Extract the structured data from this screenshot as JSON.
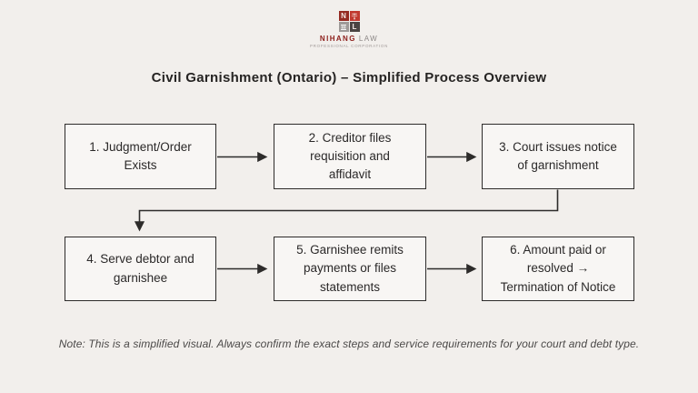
{
  "page": {
    "background_color": "#f2efec",
    "box_fill_color": "#f8f6f4",
    "line_color": "#2d2b2a"
  },
  "logo": {
    "grid_letters": {
      "top_left": "N",
      "bottom_right": "L"
    },
    "icons": {
      "top_right": "scales-icon",
      "bottom_left": "pillar-icon"
    },
    "colors": {
      "top_left": "#942a22",
      "top_right": "#c13a30",
      "bottom_left": "#9e9a98",
      "bottom_right": "#4a4442",
      "brand": "#8e211d"
    },
    "brand_name": "NIHANG",
    "brand_suffix": "LAW",
    "tagline": "PROFESSIONAL CORPORATION"
  },
  "title": "Civil Garnishment (Ontario) – Simplified Process Overview",
  "flowchart": {
    "boxes": [
      {
        "id": 1,
        "label": "1. Judgment/Order\nExists"
      },
      {
        "id": 2,
        "label": "2. Creditor files\nrequisition and\naffidavit"
      },
      {
        "id": 3,
        "label": "3. Court issues notice\nof garnishment"
      },
      {
        "id": 4,
        "label": "4. Serve debtor and\ngarnishee"
      },
      {
        "id": 5,
        "label": "5. Garnishee remits\npayments or files\nstatements"
      },
      {
        "id": 6,
        "label": "6. Amount paid or\nresolved →\nTermination of Notice"
      }
    ]
  },
  "note": "Note: This is a simplified visual. Always confirm the exact steps and service requirements for your court and debt type."
}
